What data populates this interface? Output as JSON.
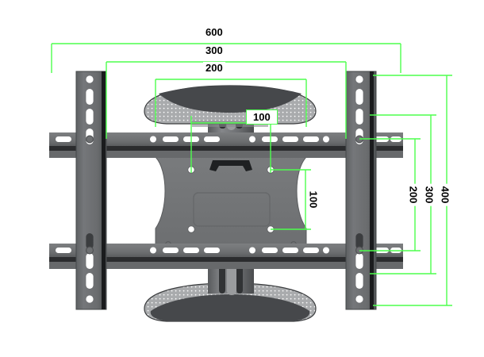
{
  "diagram": {
    "title": "TV wall mount bracket dimensioned drawing",
    "background_color": "#ffffff",
    "dimension_line_color": "#4dff4d",
    "dimension_text_color": "#000000",
    "units_note": "",
    "metal_colors": {
      "rail_face": "#6e7072",
      "rail_edge": "#55585a",
      "rail_dark_stripe": "#1c1c1e",
      "bar_face": "#737577",
      "bar_shadow": "#2b2c2e",
      "plate_face": "#76787a",
      "arm_light": "#a9abad",
      "arm_dark": "#404245",
      "hole_white": "#ffffff"
    }
  },
  "dimensions": {
    "horizontal": [
      {
        "name": "overall-width",
        "value": "600"
      },
      {
        "name": "rail-spacing",
        "value": "300"
      },
      {
        "name": "arm-width",
        "value": "200"
      },
      {
        "name": "vesa-horizontal",
        "value": "100"
      }
    ],
    "vertical": [
      {
        "name": "overall-height",
        "value": "400"
      },
      {
        "name": "bar-spacing-outer",
        "value": "300"
      },
      {
        "name": "bar-spacing-inner",
        "value": "200"
      },
      {
        "name": "vesa-vertical",
        "value": "100"
      }
    ]
  },
  "labels": {
    "d600": "600",
    "d300_top": "300",
    "d200_top": "200",
    "d100_horizontal": "100",
    "d100_vertical": "100",
    "d200_right": "200",
    "d300_right": "300",
    "d400_right": "400"
  },
  "parts": {
    "left_rail": "left-vertical-rail",
    "right_rail": "right-vertical-rail",
    "top_bar": "top-horizontal-bar",
    "bottom_bar": "bottom-horizontal-bar",
    "center_plate": "center-mounting-plate",
    "top_arm": "top-curved-arm",
    "bottom_arm": "bottom-curved-arm",
    "pivot": "center-pivot-column"
  }
}
